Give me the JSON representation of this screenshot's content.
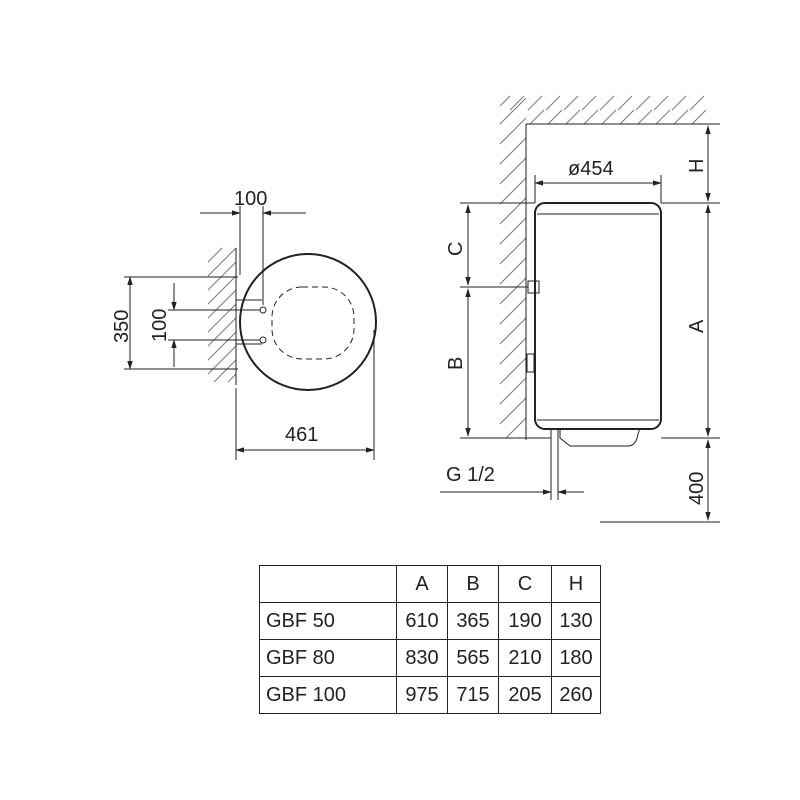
{
  "front_view": {
    "dim_width_top": "100",
    "dim_height_outer": "350",
    "dim_height_inner": "100",
    "dim_diameter": "461"
  },
  "side_view": {
    "dim_diameter": "ø454",
    "label_H": "H",
    "label_C": "C",
    "label_A": "A",
    "label_B": "B",
    "label_pipe": "G 1/2",
    "dim_floor": "400"
  },
  "table": {
    "headers": [
      "",
      "A",
      "B",
      "C",
      "H"
    ],
    "rows": [
      {
        "model": "GBF 50",
        "A": "610",
        "B": "365",
        "C": "190",
        "H": "130"
      },
      {
        "model": "GBF 80",
        "A": "830",
        "B": "565",
        "C": "210",
        "H": "180"
      },
      {
        "model": "GBF 100",
        "A": "975",
        "B": "715",
        "C": "205",
        "H": "260"
      }
    ]
  },
  "colors": {
    "line": "#222222",
    "hatch": "#777777",
    "background": "#ffffff"
  }
}
